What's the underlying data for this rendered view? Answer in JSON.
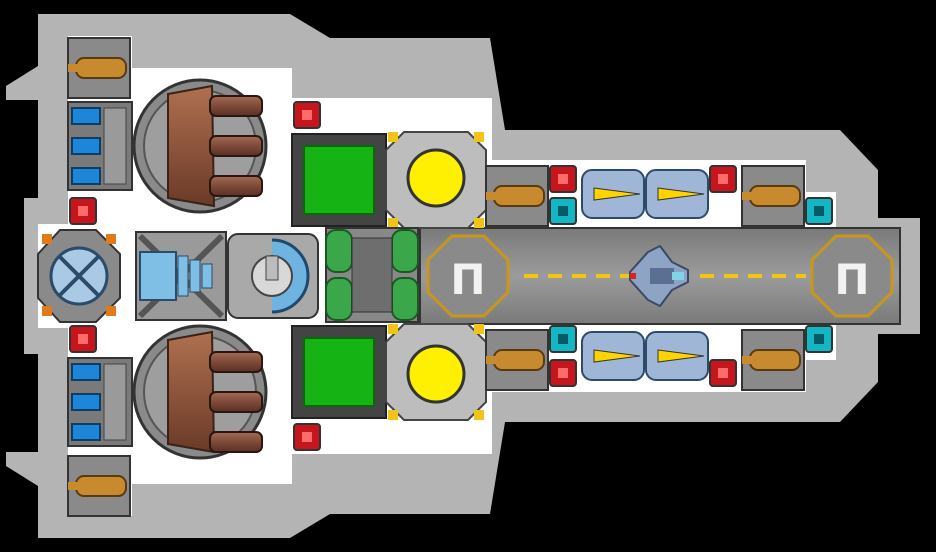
{
  "scene": {
    "kind": "top-down starship blueprint",
    "colors": {
      "background": "#000000",
      "hull": "#b4b4b4",
      "deck": "#ffffff",
      "runway": "#8e8e8e",
      "runway_stripe": "#f2c417",
      "pad_ring": "#c9961c",
      "reactor": "#ffef00",
      "shield_panel": "#15b313",
      "red_node": "#c4161c",
      "cyan_node": "#13b7c4",
      "bronze": "#c88a2e",
      "steel": "#6e6e6e",
      "blue_cell": "#1e86d8",
      "copper": "#9a5a3a",
      "green_tank": "#3aa84a"
    }
  },
  "landing_pads": [
    {
      "label": "Π",
      "icon": "landing-pad-icon"
    },
    {
      "label": "Π",
      "icon": "landing-pad-icon"
    }
  ],
  "modules": {
    "reactors": 2,
    "shield_panels": 2,
    "missile_bays": 2,
    "fuel_cells_per_bank": 3
  }
}
